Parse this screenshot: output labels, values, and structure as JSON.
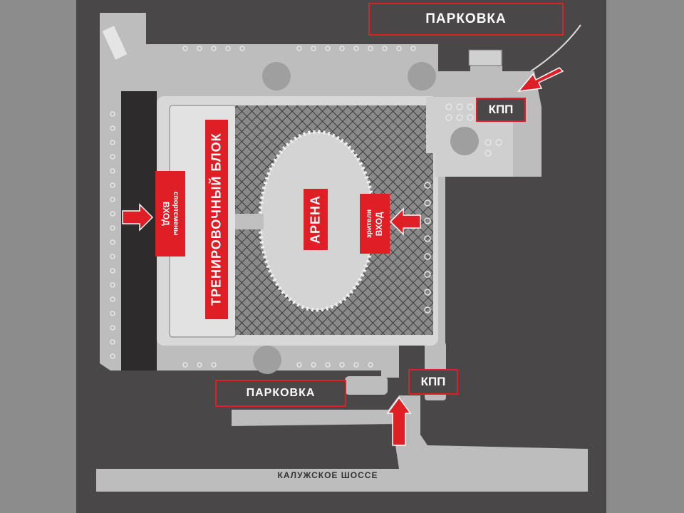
{
  "labels": {
    "parking_top": "ПАРКОВКА",
    "parking_bottom": "ПАРКОВКА",
    "checkpoint_top": "КПП",
    "checkpoint_bottom": "КПП",
    "training_block": "ТРЕНИРОВОЧНЫЙ БЛОК",
    "arena": "АРЕНА",
    "athletes_entrance_1": "ВХОД",
    "athletes_entrance_2": "спортсмены",
    "spectators_entrance_1": "ВХОД",
    "spectators_entrance_2": "зрители",
    "highway": "КАЛУЖСКОЕ ШОССЕ"
  },
  "colors": {
    "board": "#4a4748",
    "pavement": "#bdbdbd",
    "building": "#d4d4d4",
    "accent_red": "#e01e26",
    "frame_grey": "#8d8c8c"
  },
  "icons": {
    "arrow": "arrow-icon",
    "tree": "tree-icon"
  }
}
